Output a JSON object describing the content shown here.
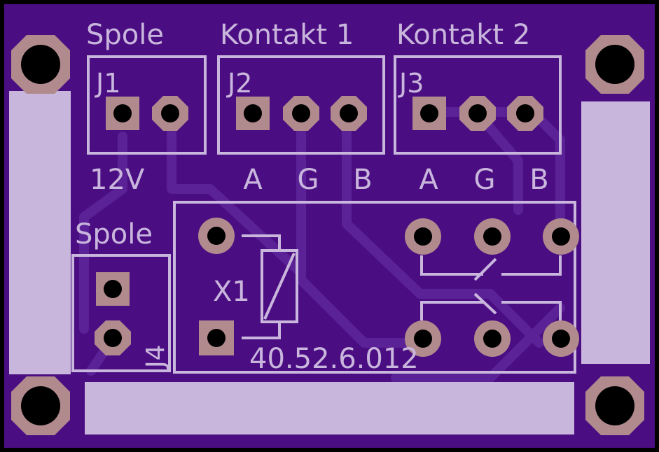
{
  "board": {
    "colors": {
      "background": "#000000",
      "substrate": "#4b0d82",
      "trace": "#5a2296",
      "silkscreen": "#c9b6dd",
      "copper": "#b08a8c",
      "drill": "#000000"
    },
    "connectors": [
      {
        "label": "Spole",
        "ref": "J1"
      },
      {
        "label": "Kontakt 1",
        "ref": "J2"
      },
      {
        "label": "Kontakt 2",
        "ref": "J3"
      },
      {
        "label": "Spole",
        "ref": "J4"
      }
    ],
    "pin_labels": {
      "j1": "12V",
      "j2": [
        "A",
        "G",
        "B"
      ],
      "j3": [
        "A",
        "G",
        "B"
      ]
    },
    "relay": {
      "ref": "X1",
      "part_number": "40.52.6.012"
    }
  }
}
